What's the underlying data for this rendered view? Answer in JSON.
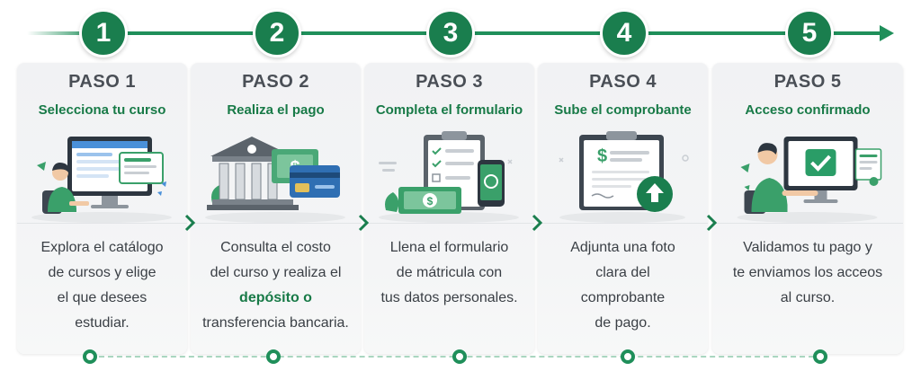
{
  "colors": {
    "primary": "#1a7e4e",
    "accent_text": "#187a47",
    "card_bg": "#f2f3f5",
    "body_text": "#3a3f45"
  },
  "steps": [
    {
      "number": "1",
      "label": "PASO 1",
      "title": "Selecciona tu curso",
      "illustration": "person-at-computer-icon",
      "lines": [
        "Explora el catálogo",
        "de cursos y elige",
        "el que desees",
        "estudiar."
      ]
    },
    {
      "number": "2",
      "label": "PASO 2",
      "title": "Realiza el pago",
      "illustration": "bank-card-cash-icon",
      "lines": [
        "Consulta el costo",
        "del curso y realiza el",
        "depósito o",
        "transferencia bancaria."
      ],
      "highlight": "depósito o"
    },
    {
      "number": "3",
      "label": "PASO 3",
      "title": "Completa el formulario",
      "illustration": "clipboard-phone-money-icon",
      "lines": [
        "Llena el formulario",
        "de mátricula con",
        "tus datos personales."
      ]
    },
    {
      "number": "4",
      "label": "PASO 4",
      "title": "Sube el comprobante",
      "illustration": "receipt-upload-icon",
      "lines": [
        "Adjunta una foto",
        "clara del",
        "comprobante",
        "de pago."
      ]
    },
    {
      "number": "5",
      "label": "PASO 5",
      "title": "Acceso confirmado",
      "illustration": "person-monitor-check-icon",
      "lines": [
        "Validamos tu pago y",
        "te enviamos los acceos",
        "al curso."
      ]
    }
  ]
}
